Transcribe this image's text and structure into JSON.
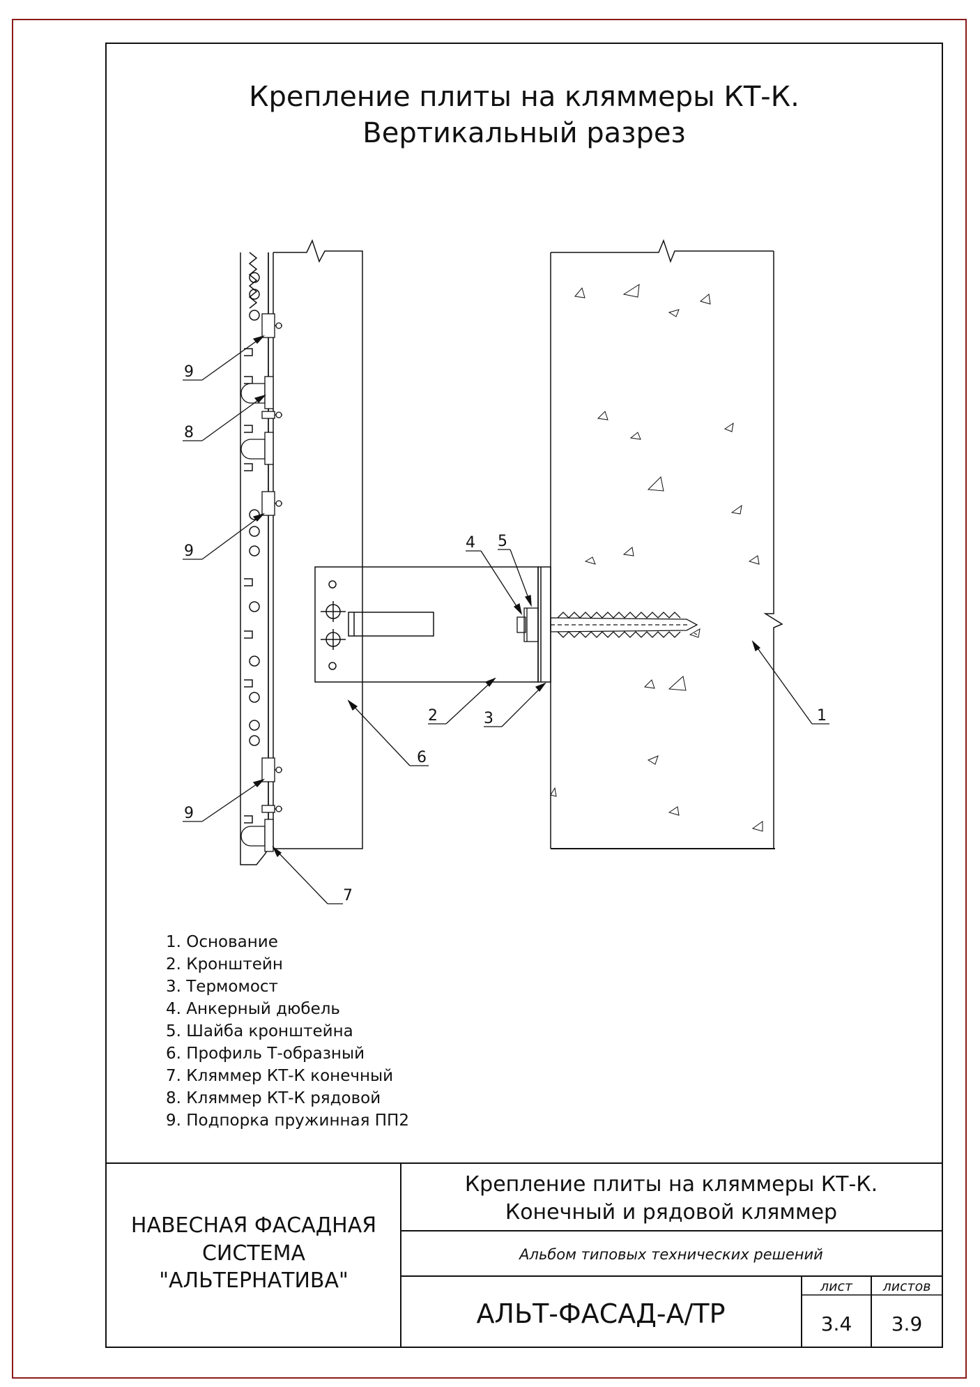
{
  "title": {
    "line1": "Крепление плиты на кляммеры КТ-К.",
    "line2": "Вертикальный разрез"
  },
  "callouts": {
    "c1": "1",
    "c2": "2",
    "c3": "3",
    "c4": "4",
    "c5": "5",
    "c6": "6",
    "c7": "7",
    "c8": "8",
    "c9a": "9",
    "c9b": "9",
    "c9c": "9"
  },
  "legend": [
    "1. Основание",
    "2. Кронштейн",
    "3. Термомост",
    "4.  Анкерный дюбель",
    "5. Шайба кронштейна",
    "6. Профиль Т-образный",
    "7. Кляммер КТ-К конечный",
    "8. Кляммер КТ-К рядовой",
    "9. Подпорка пружинная ПП2"
  ],
  "stamp": {
    "org_line1": "НАВЕСНАЯ ФАСАДНАЯ",
    "org_line2": "СИСТЕМА",
    "org_line3": "\"АЛЬТЕРНАТИВА\"",
    "drawing_title_line1": "Крепление плиты на кляммеры КТ-К.",
    "drawing_title_line2": "Конечный и рядовой кляммер",
    "album": "Альбом типовых технических решений",
    "code": "АЛЬТ-ФАСАД-А/ТР",
    "sheet_label": "лист",
    "sheets_label": "листов",
    "sheet_value": "3.4",
    "sheets_value": "3.9"
  },
  "colors": {
    "frame_outer": "#8b1a1a",
    "line": "#111111"
  }
}
